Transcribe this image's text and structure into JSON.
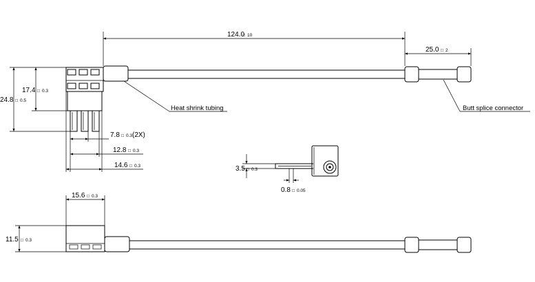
{
  "dimensions": {
    "overall_length": {
      "value": "124.0",
      "tolerance": "10"
    },
    "splice_length": {
      "value": "25.0",
      "tolerance": "2"
    },
    "fuse_body_height": {
      "value": "17.4",
      "tolerance": "0.3"
    },
    "total_height": {
      "value": "24.8",
      "tolerance": "0.5"
    },
    "blade_pitch": {
      "value": "7.8",
      "tolerance": "0.3",
      "suffix": "(2X)"
    },
    "blade_span": {
      "value": "12.8",
      "tolerance": "0.3"
    },
    "body_width": {
      "value": "14.6",
      "tolerance": "0.3"
    },
    "terminal_height": {
      "value": "3.5",
      "tolerance": "0.3"
    },
    "blade_thickness": {
      "value": "0.8",
      "tolerance": "0.05"
    },
    "top_view_width": {
      "value": "15.6",
      "tolerance": "0.3"
    },
    "side_height": {
      "value": "11.5",
      "tolerance": "0.3"
    }
  },
  "notes": {
    "heat_shrink": "Heat shrink tubing",
    "butt_splice": "Butt splice connector"
  },
  "tolerance_symbol": "□"
}
